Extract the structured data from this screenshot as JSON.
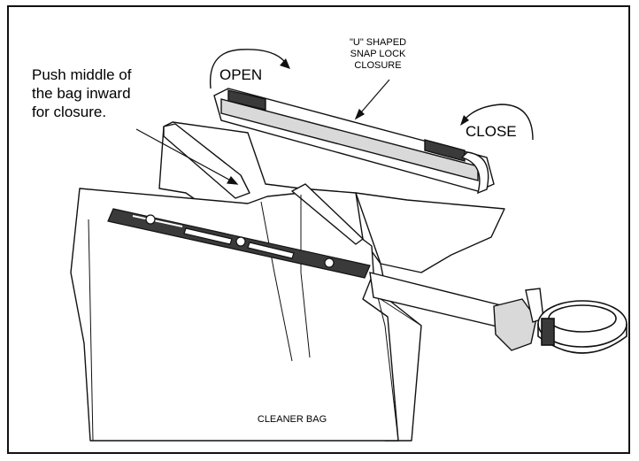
{
  "labels": {
    "push_note": [
      "Push middle of",
      "the bag inward",
      "for closure."
    ],
    "closure_name": [
      "\"U\" SHAPED",
      "SNAP LOCK",
      "CLOSURE"
    ],
    "open": "OPEN",
    "close": "CLOSE",
    "bag": "CLEANER BAG"
  },
  "colors": {
    "line": "#111111",
    "fill": "#ffffff",
    "dark": "#3a3a3a",
    "shade": "#d9d9d9"
  }
}
